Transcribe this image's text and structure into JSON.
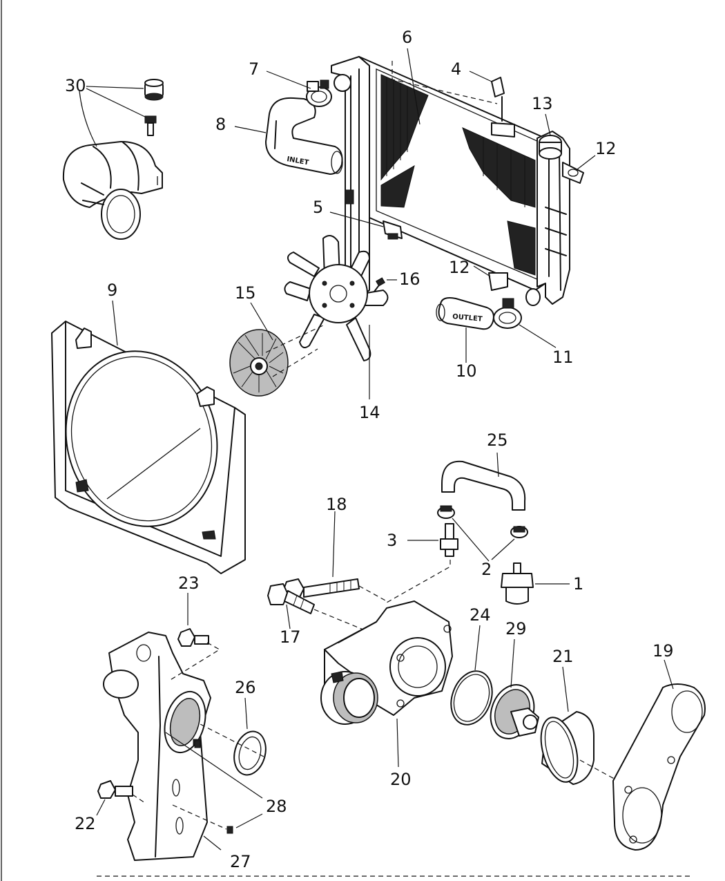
{
  "diagram": {
    "hose_labels": {
      "inlet": "INLET",
      "outlet": "OUTLET"
    },
    "callouts": {
      "c1": "1",
      "c2": "2",
      "c3": "3",
      "c4": "4",
      "c5": "5",
      "c6": "6",
      "c7": "7",
      "c8": "8",
      "c9": "9",
      "c10": "10",
      "c11": "11",
      "c12a": "12",
      "c12b": "12",
      "c13": "13",
      "c14": "14",
      "c15": "15",
      "c16": "16",
      "c17": "17",
      "c18": "18",
      "c19": "19",
      "c20": "20",
      "c21": "21",
      "c22": "22",
      "c23": "23",
      "c24": "24",
      "c25": "25",
      "c26": "26",
      "c27": "27",
      "c28": "28",
      "c29": "29",
      "c30": "30"
    }
  }
}
